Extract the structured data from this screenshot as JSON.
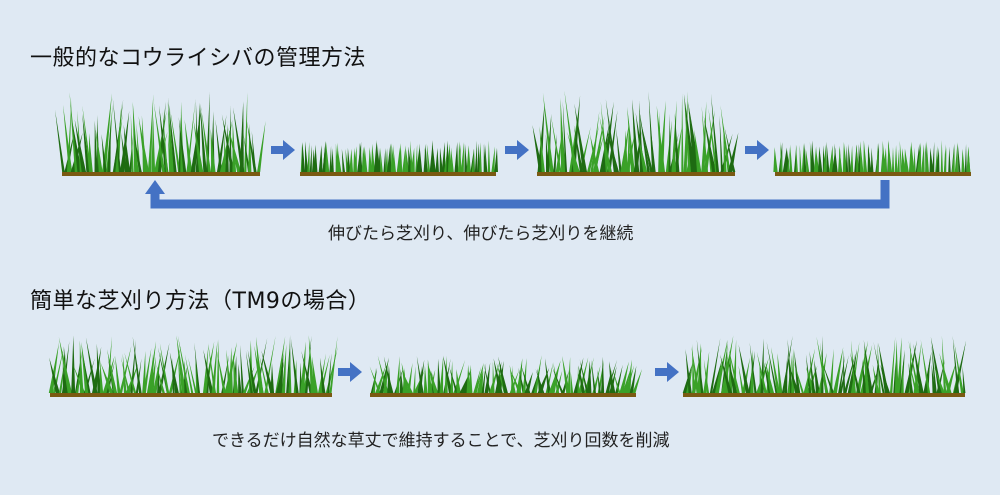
{
  "section1": {
    "title": "一般的なコウライシバの管理方法",
    "caption": "伸びたら芝刈り、伸びたら芝刈りを継続"
  },
  "section2": {
    "title": "簡単な芝刈り方法（TM9の場合）",
    "caption": "できるだけ自然な草丈で維持することで、芝刈り回数を削減"
  },
  "colors": {
    "background": "#dfe9f3",
    "arrow": "#4472c4",
    "grass_dark": "#1e6b12",
    "grass_light": "#3aa128",
    "soil": "#7a5a12"
  },
  "icons": [
    "grass-tall",
    "grass-mown",
    "arrow-right",
    "loop-back-arrow"
  ]
}
